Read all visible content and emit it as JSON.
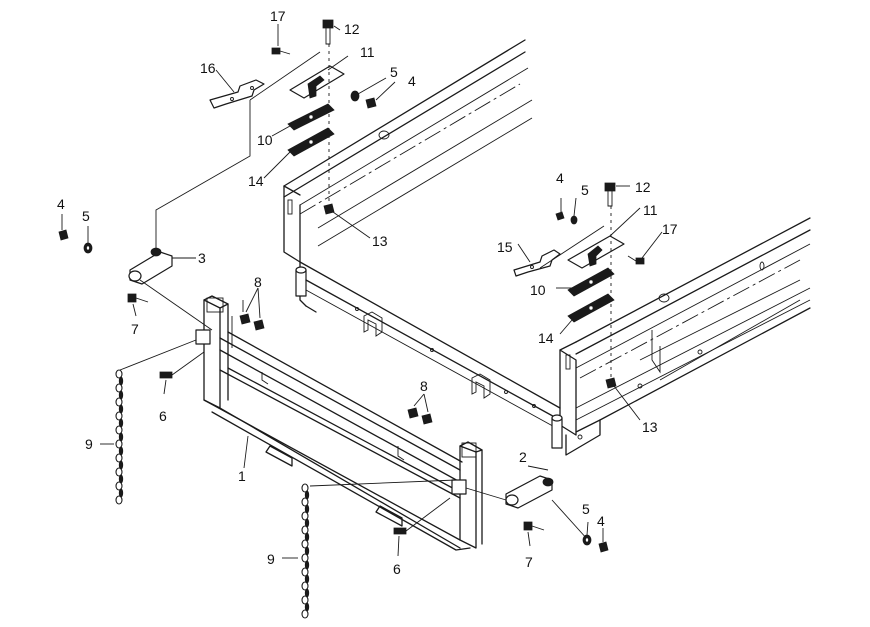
{
  "diagram": {
    "callouts": {
      "c1": "1",
      "c2": "2",
      "c3": "3",
      "c4a": "4",
      "c4b": "4",
      "c4c": "4",
      "c4d": "4",
      "c5a": "5",
      "c5b": "5",
      "c5c": "5",
      "c5d": "5",
      "c6a": "6",
      "c6b": "6",
      "c7a": "7",
      "c7b": "7",
      "c8a": "8",
      "c8b": "8",
      "c9a": "9",
      "c9b": "9",
      "c10a": "10",
      "c10b": "10",
      "c11a": "11",
      "c11b": "11",
      "c12a": "12",
      "c12b": "12",
      "c13a": "13",
      "c13b": "13",
      "c14a": "14",
      "c14b": "14",
      "c15": "15",
      "c16": "16",
      "c17a": "17",
      "c17b": "17"
    }
  }
}
